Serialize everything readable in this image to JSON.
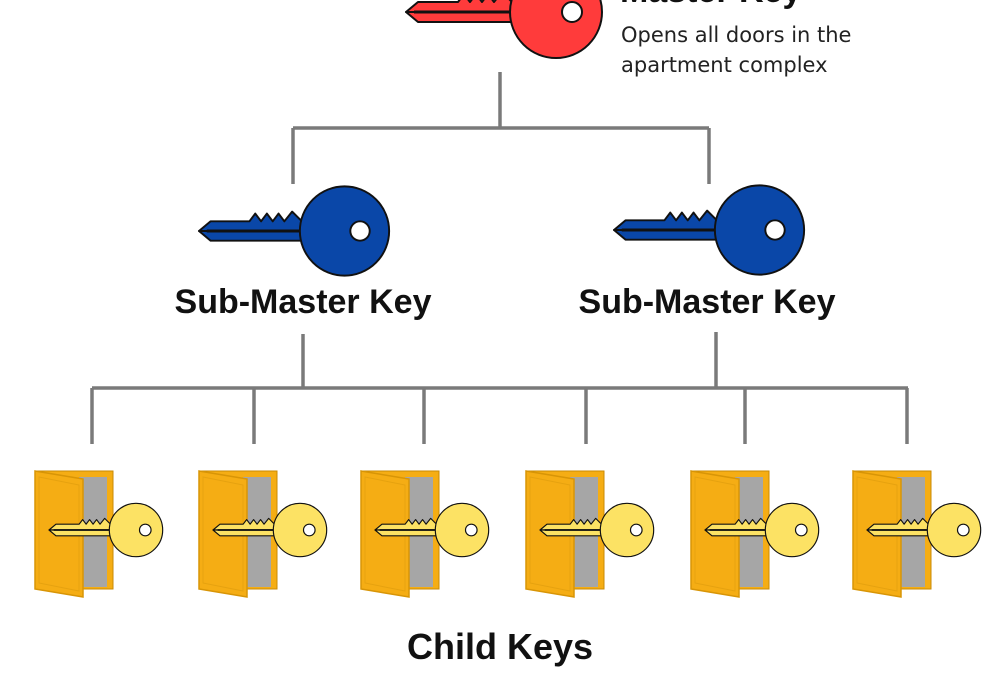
{
  "master": {
    "title": "Master Key",
    "description_line1": "Opens all doors in the",
    "description_line2": "apartment complex",
    "key_color": "#ff3b3b",
    "icon": "key-icon"
  },
  "sub_masters": [
    {
      "label": "Sub-Master Key",
      "key_color": "#0a47a8",
      "icon": "key-icon"
    },
    {
      "label": "Sub-Master Key",
      "key_color": "#0a47a8",
      "icon": "key-icon"
    }
  ],
  "children": {
    "label": "Child Keys",
    "count": 6,
    "door_color": "#f5ad14",
    "key_color": "#fce264",
    "icon": "door-with-key-icon"
  },
  "connector_color": "#7a7a7a"
}
